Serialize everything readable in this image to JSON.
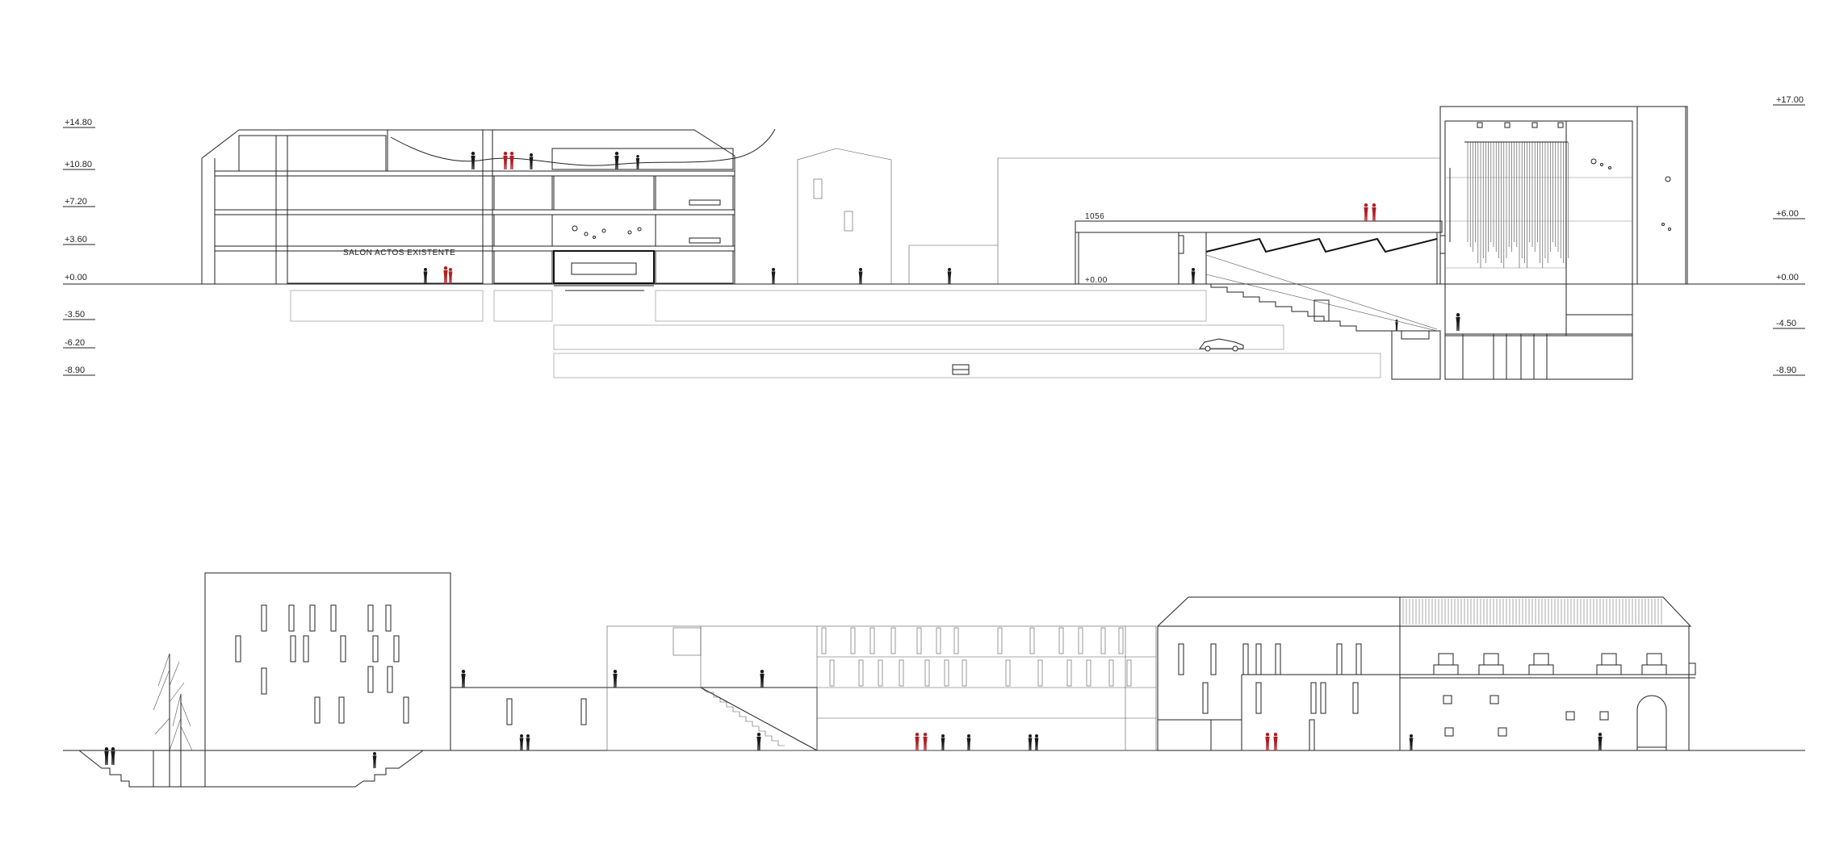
{
  "section": {
    "levels_left": [
      "+14.80",
      "+10.80",
      "+7.20",
      "+3.60",
      "+0.00",
      "-3.50",
      "-6.20",
      "-8.90"
    ],
    "levels_right": [
      "+17.00",
      "+6.00",
      "+0.00",
      "-4.50",
      "-8.90"
    ],
    "room_label": "SALON ACTOS EXISTENTE",
    "spot_label_top": "1056",
    "spot_label_floor": "+0.00"
  },
  "colors": {
    "line": "#222222",
    "figure": "#1a1a1a",
    "figure_accent": "#b01e23"
  }
}
